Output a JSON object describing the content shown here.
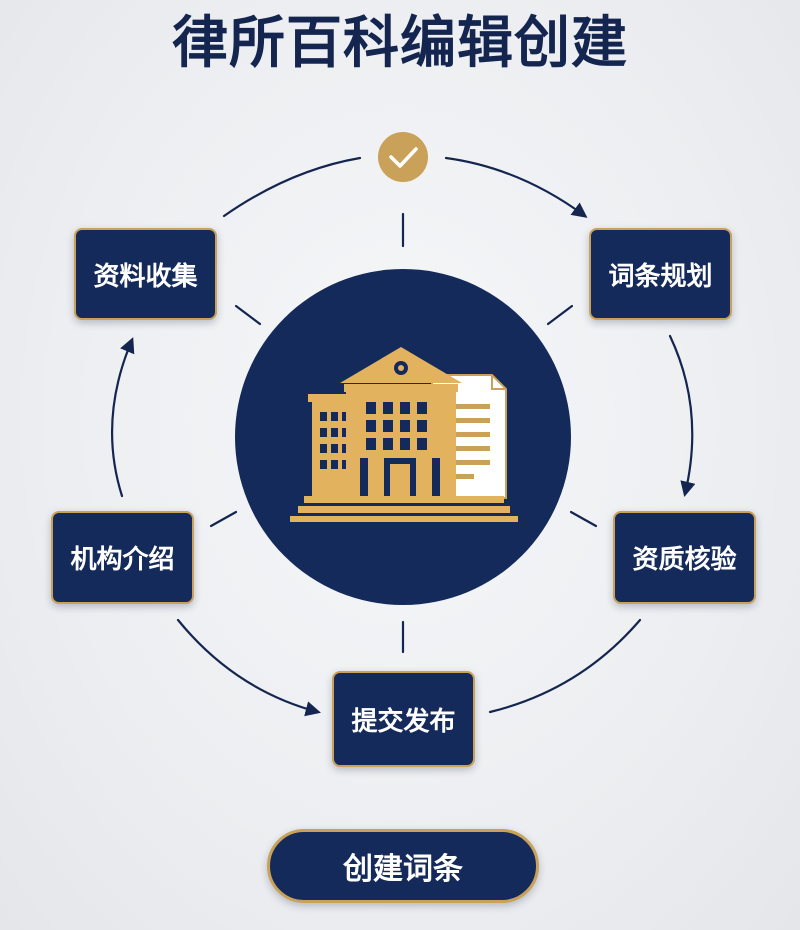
{
  "title": "律所百科编辑创建",
  "steps": {
    "materials": "资料收集",
    "planning": "词条规划",
    "verify": "资质核验",
    "submit": "提交发布",
    "intro": "机构介绍"
  },
  "action_button": "创建词条",
  "icons": {
    "center": "law-firm-building-document-icon",
    "top": "check-circle-icon"
  },
  "colors": {
    "navy": "#142a5a",
    "gold": "#c9a158",
    "title": "#14254f",
    "background": "#eceef1"
  }
}
